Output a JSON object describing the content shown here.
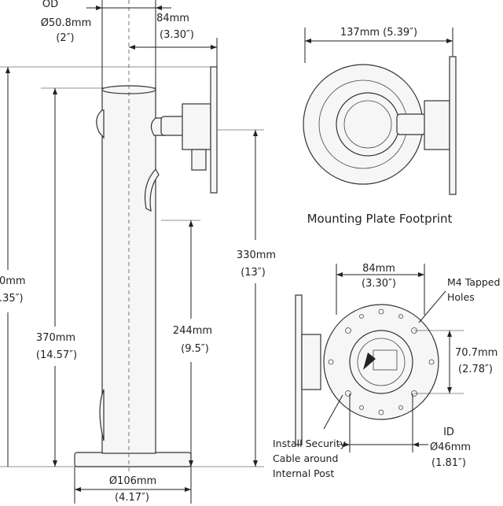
{
  "side_view": {
    "od_label": "OD",
    "od_mm": "Ø50.8mm",
    "od_in": "(2″)",
    "arm_mm": "84mm",
    "arm_in": "(3.30″)",
    "total_mm": "0mm",
    "total_in": ".35″)",
    "post_mm": "370mm",
    "post_in": "(14.57″)",
    "height_mm": "330mm",
    "height_in": "(13″)",
    "lower_mm": "244mm",
    "lower_in": "(9.5″)",
    "base_mm": "Ø106mm",
    "base_in": "(4.17″)"
  },
  "top_view": {
    "width_mm": "137mm (5.39″)",
    "caption": "Mounting Plate Footprint"
  },
  "plate_view": {
    "width_mm": "84mm",
    "width_in": "(3.30″)",
    "holes_line1": "M4 Tapped",
    "holes_line2": "Holes",
    "height_mm": "70.7mm",
    "height_in": "(2.78″)",
    "id_label": "ID",
    "id_mm": "Ø46mm",
    "id_in": "(1.81″)",
    "security_line1": "Install Security",
    "security_line2": "Cable around",
    "security_line3": "Internal Post"
  }
}
